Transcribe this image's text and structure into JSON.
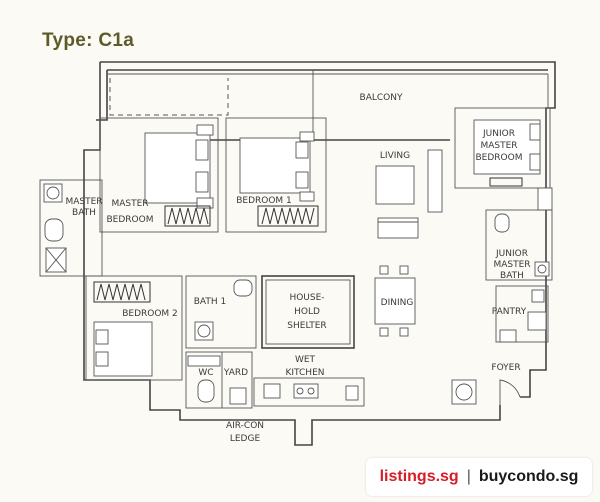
{
  "title": "Type: C1a",
  "rooms": {
    "balcony": "BALCONY",
    "living": "LIVING",
    "junior_master_bedroom": [
      "JUNIOR",
      "MASTER",
      "BEDROOM"
    ],
    "master_bath": [
      "MASTER",
      "BATH"
    ],
    "master_bedroom": [
      "MASTER",
      "BEDROOM"
    ],
    "bedroom_1": "BEDROOM 1",
    "junior_master_bath": [
      "JUNIOR",
      "MASTER",
      "BATH"
    ],
    "dining": "DINING",
    "bath_1": "BATH 1",
    "household_shelter": [
      "HOUSE-",
      "HOLD",
      "SHELTER"
    ],
    "bedroom_2": "BEDROOM 2",
    "pantry": "PANTRY",
    "wet_kitchen": [
      "WET",
      "KITCHEN"
    ],
    "yard": "YARD",
    "wc": "WC",
    "foyer": "FOYER",
    "aircon_ledge": [
      "AIR-CON",
      "LEDGE"
    ]
  },
  "brand": {
    "left": "listings.sg",
    "separator": "|",
    "right": "buycondo.sg"
  },
  "colors": {
    "title": "#5e5a2a",
    "brand_red": "#d51f26",
    "background": "#fbfaf5"
  }
}
